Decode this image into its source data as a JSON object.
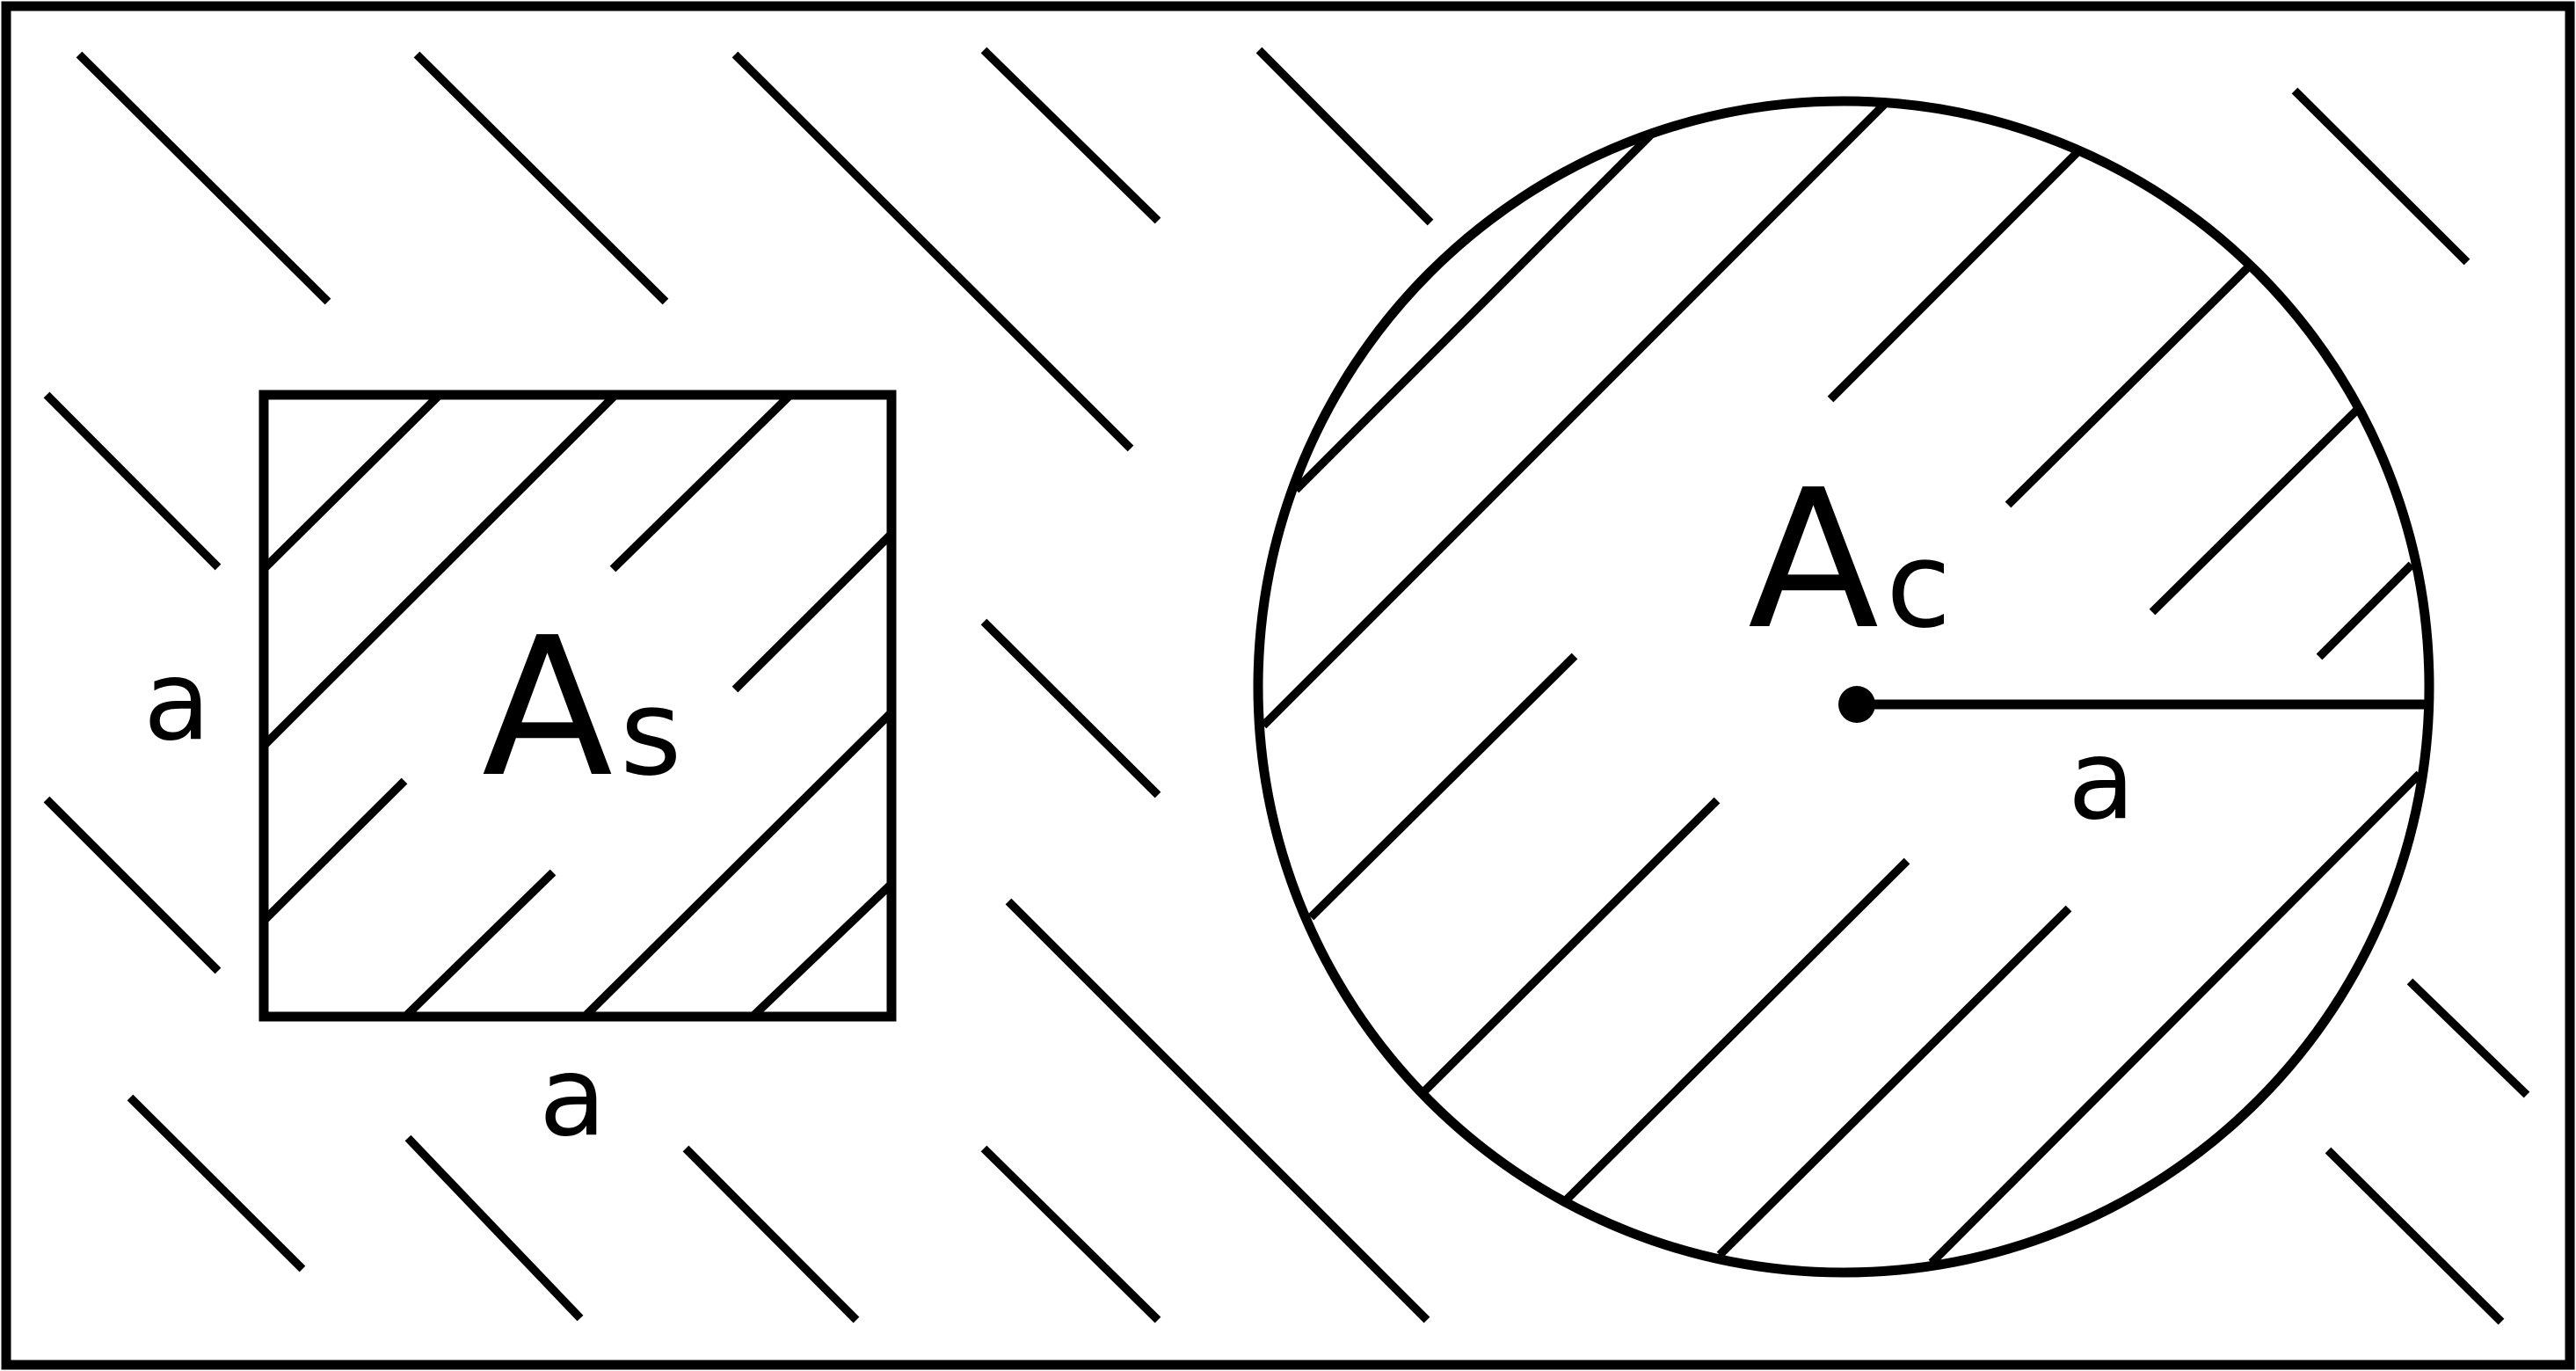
{
  "figure": {
    "square_label_main": "A",
    "square_label_sub": "s",
    "square_side_left": "a",
    "square_side_bottom": "a",
    "circle_label_main": "A",
    "circle_label_sub": "c",
    "radius_label": "a"
  },
  "colors": {
    "ink": "#000000",
    "background": "#ffffff"
  }
}
